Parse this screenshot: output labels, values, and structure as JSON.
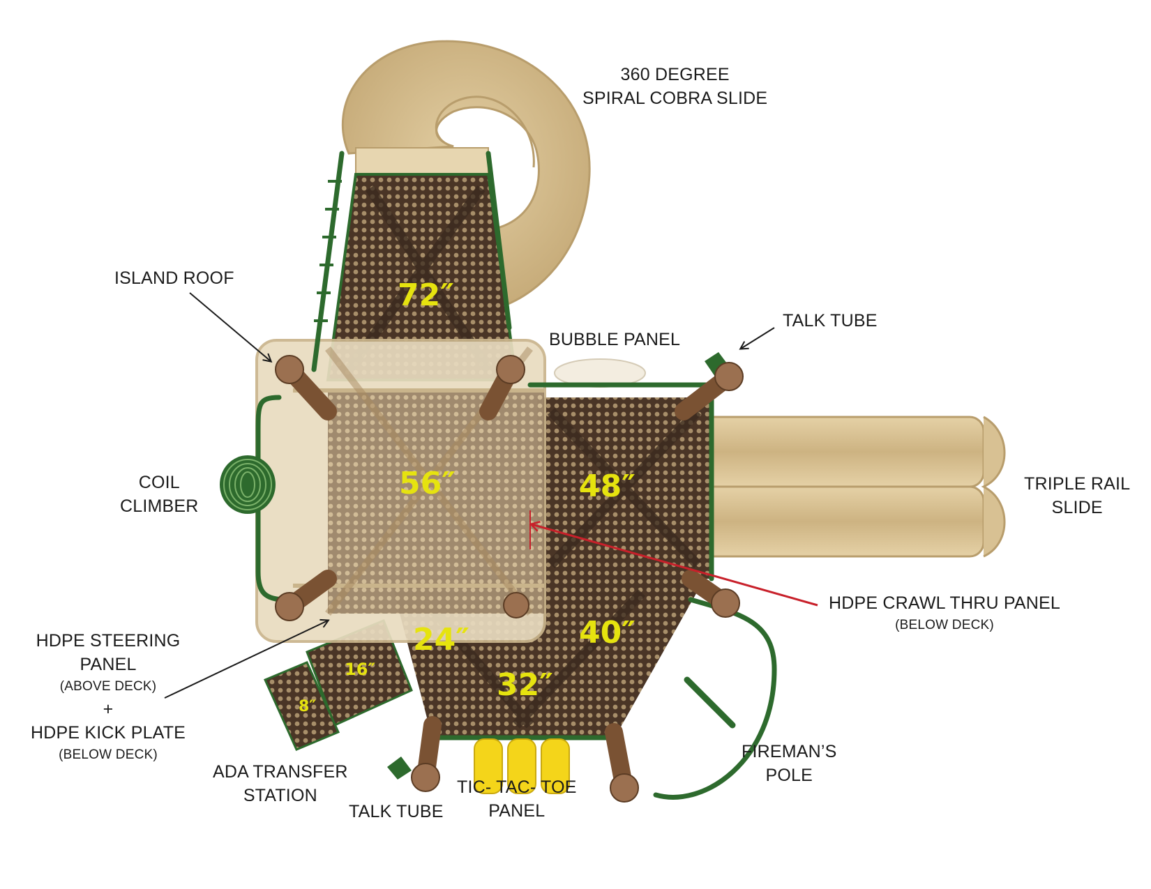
{
  "colors": {
    "tan": "#d8c193",
    "tan_dark": "#b89d6c",
    "deck_brown": "#4a3526",
    "deck_dot": "#a88f6a",
    "rail_green": "#2d6a2d",
    "post_brown": "#7a5233",
    "height_yellow": "#e6e30f",
    "pointer_red": "#c8202a",
    "tictactoe_yellow": "#f4d51a",
    "text": "#1a1a1a"
  },
  "labels": {
    "spiral_slide": [
      "360 DEGREE",
      "SPIRAL COBRA SLIDE"
    ],
    "island_roof": "ISLAND ROOF",
    "bubble_panel": "BUBBLE PANEL",
    "talk_tube_top": "TALK TUBE",
    "coil_climber": [
      "COIL",
      "CLIMBER"
    ],
    "triple_rail_slide": [
      "TRIPLE RAIL",
      "SLIDE"
    ],
    "crawl_thru_panel": "HDPE CRAWL THRU PANEL",
    "crawl_thru_note": "(BELOW DECK)",
    "steering_panel": [
      "HDPE STEERING",
      "PANEL"
    ],
    "steering_note": "(ABOVE DECK)",
    "plus": "+",
    "kick_plate": "HDPE KICK PLATE",
    "kick_plate_note": "(BELOW DECK)",
    "ada_transfer": [
      "ADA TRANSFER",
      "STATION"
    ],
    "talk_tube_bottom": "TALK TUBE",
    "tic_tac_toe": [
      "TIC- TAC- TOE",
      "PANEL"
    ],
    "firemans_pole": [
      "FIREMAN’S",
      "POLE"
    ]
  },
  "deck_heights": {
    "h72": "72″",
    "h56": "56″",
    "h48": "48″",
    "h40": "40″",
    "h32": "32″",
    "h24": "24″",
    "h16": "16″",
    "h8": "8″"
  }
}
